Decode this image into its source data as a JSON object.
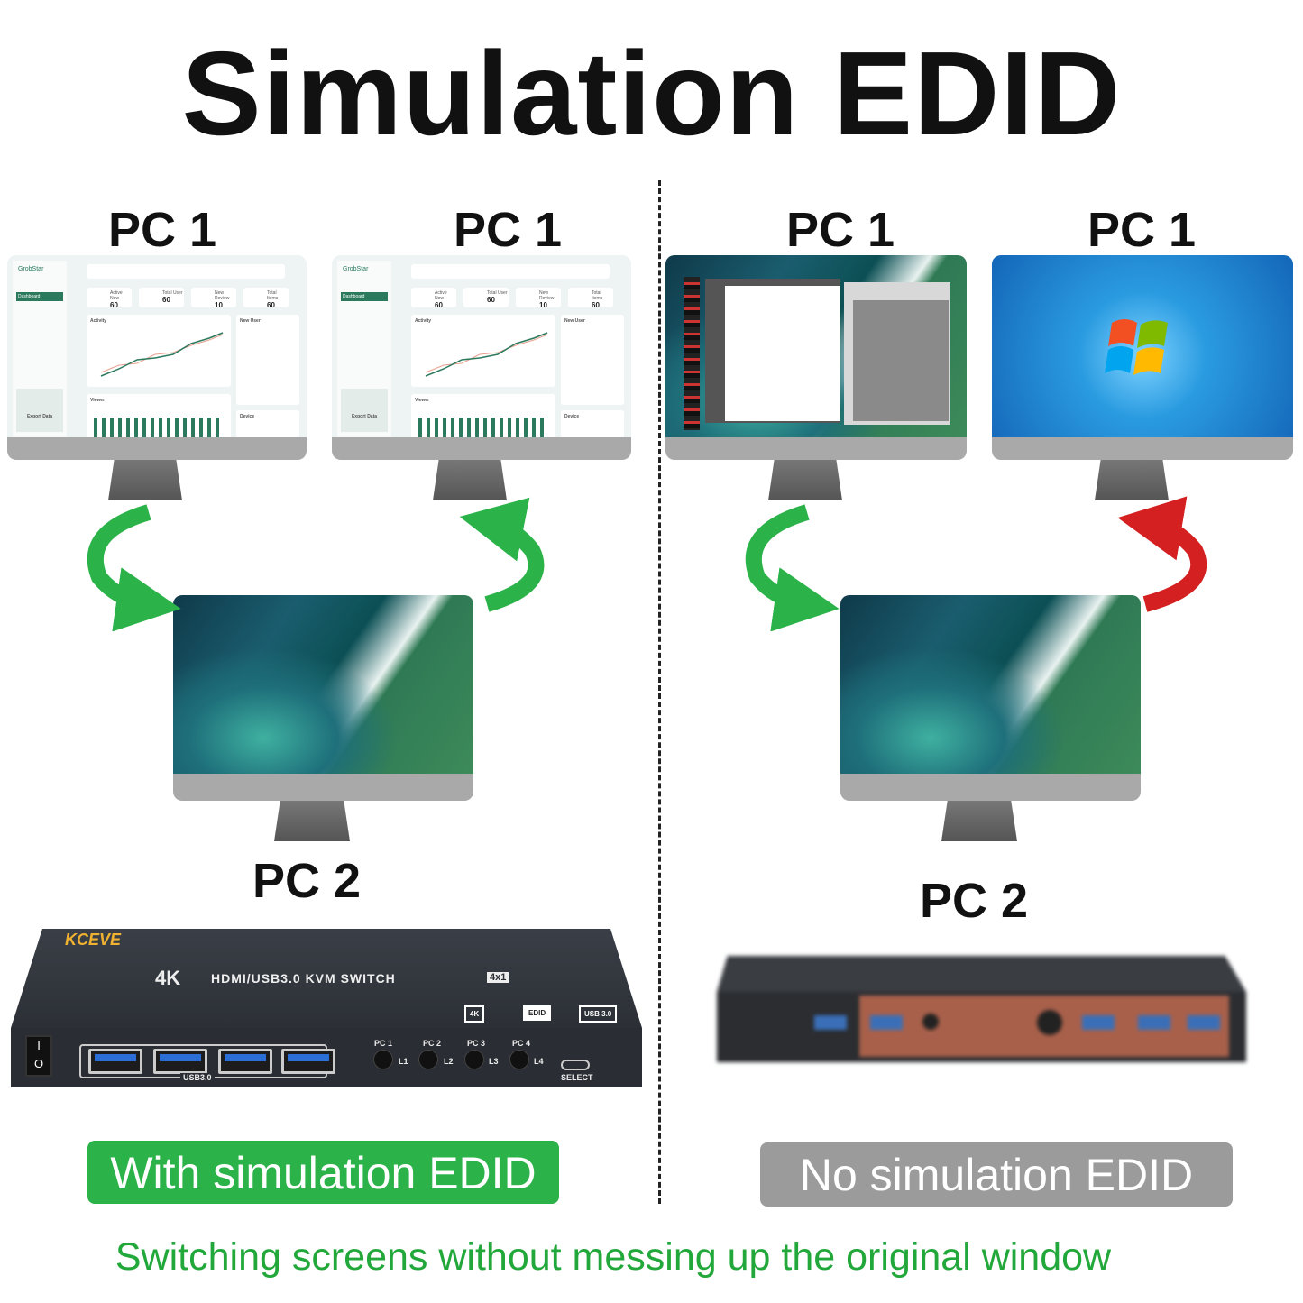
{
  "title": "Simulation EDID",
  "left_panel": {
    "top_labels": [
      "PC 1",
      "PC 1"
    ],
    "bottom_label": "PC 2",
    "badge": "With simulation EDID",
    "badge_color": "#2bb34a",
    "arrow_color": "#2bb34a"
  },
  "right_panel": {
    "top_labels": [
      "PC 1",
      "PC 1"
    ],
    "bottom_label": "PC 2",
    "badge": "No simulation EDID",
    "badge_color": "#9b9b9b",
    "arrow_colors": [
      "#2bb34a",
      "#d42020"
    ]
  },
  "dashboard": {
    "brand": "GrobStar",
    "nav_active": "Dashboard",
    "stats": [
      {
        "label": "Active Now",
        "value": "60"
      },
      {
        "label": "Total User",
        "value": "60"
      },
      {
        "label": "New Review",
        "value": "10"
      },
      {
        "label": "Total Items",
        "value": "60"
      }
    ],
    "activity": "Activity",
    "new_user": "New User",
    "viewer": "Viewer",
    "device": "Device",
    "export": "Export Data"
  },
  "kvm": {
    "brand": "KCEVE",
    "model": "HDMI/USB3.0 KVM SWITCH",
    "badge": "4x1",
    "uhd": "4K",
    "features": [
      "4K",
      "EDID",
      "USB 3.0"
    ],
    "usb_label": "USB3.0",
    "buttons": [
      {
        "pc": "PC 1",
        "led": "L1"
      },
      {
        "pc": "PC 2",
        "led": "L2"
      },
      {
        "pc": "PC 3",
        "led": "L3"
      },
      {
        "pc": "PC 4",
        "led": "L4"
      }
    ],
    "select": "SELECT",
    "power": [
      "I",
      "O"
    ]
  },
  "caption": "Switching screens without messing up the original window",
  "caption_color": "#22a83a"
}
